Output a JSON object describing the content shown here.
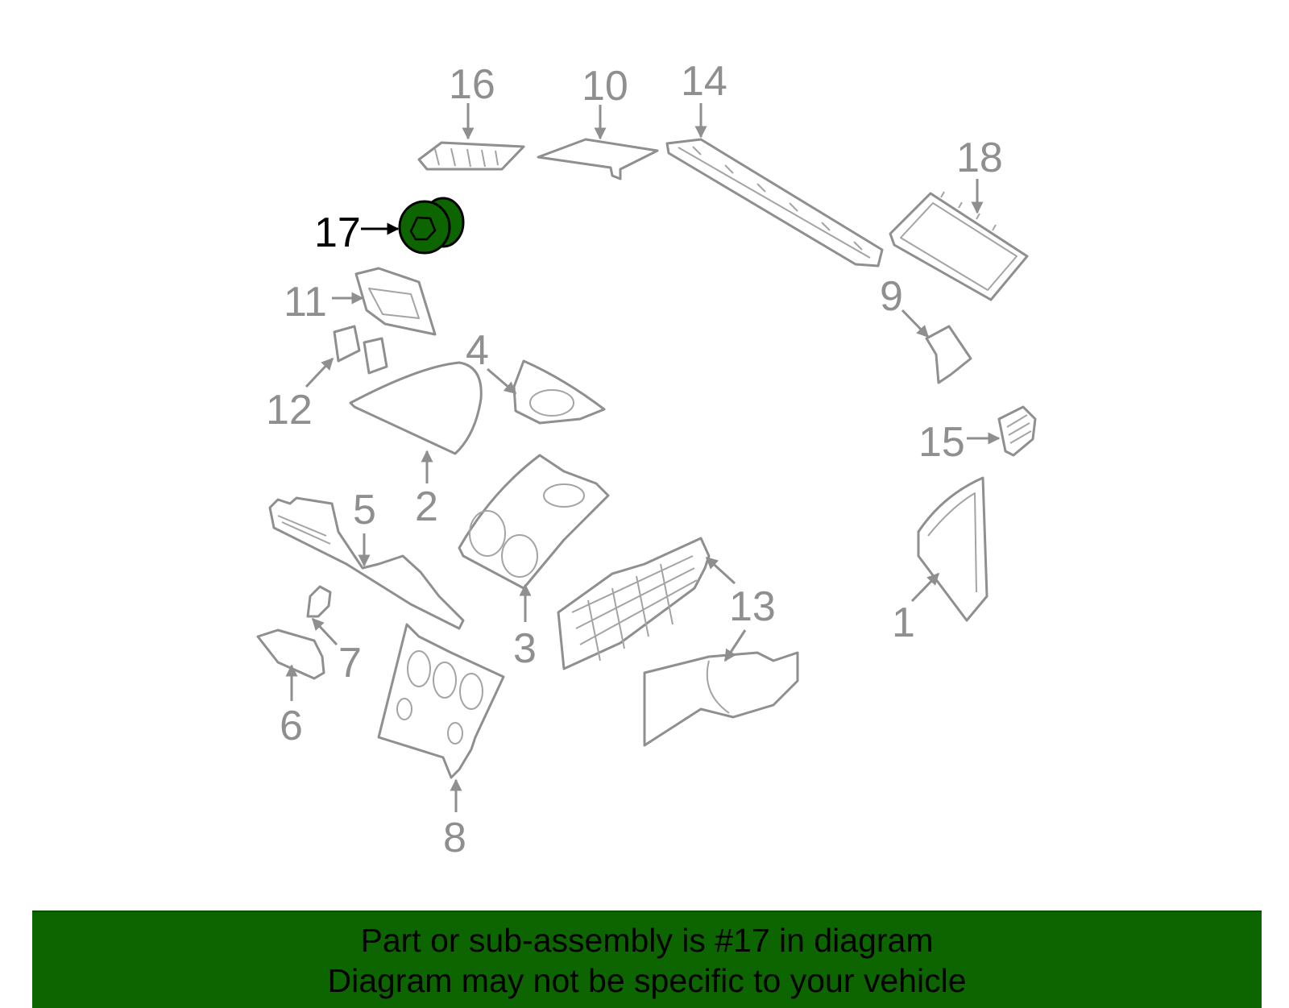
{
  "callouts": {
    "c1": "1",
    "c2": "2",
    "c3": "3",
    "c4": "4",
    "c5": "5",
    "c6": "6",
    "c7": "7",
    "c8": "8",
    "c9": "9",
    "c10": "10",
    "c11": "11",
    "c12": "12",
    "c13": "13",
    "c14": "14",
    "c15": "15",
    "c16": "16",
    "c17": "17",
    "c18": "18"
  },
  "highlighted_part": "17",
  "highlight_color": "#0d6500",
  "banner": {
    "line1": "Part or sub-assembly is #17 in diagram",
    "line2": "Diagram may not be specific to your vehicle"
  }
}
